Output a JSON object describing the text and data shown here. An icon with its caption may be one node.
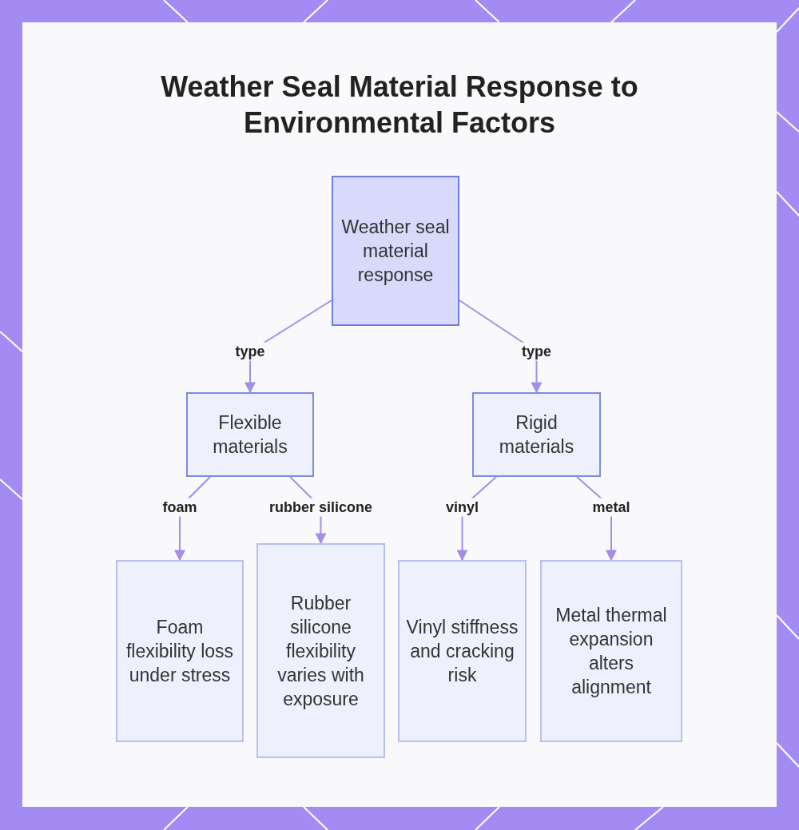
{
  "diagram": {
    "title": "Weather Seal Material Response to Environmental Factors",
    "nodes": [
      {
        "text": [
          "Weather seal material response"
        ]
      },
      {
        "text": [
          "Flexible materials"
        ]
      },
      {
        "text": [
          "Rigid materials"
        ]
      },
      {
        "text": [
          "Foam flexibility loss under stress"
        ]
      },
      {
        "text": [
          "Rubber silicone flexibility varies with exposure"
        ]
      },
      {
        "text": [
          "Vinyl stiffness and cracking risk"
        ]
      },
      {
        "text": [
          "Metal thermal expansion alters alignment"
        ]
      }
    ],
    "edges": [
      {
        "from": 0,
        "to": 1,
        "arrow": "to",
        "label": "type"
      },
      {
        "from": 0,
        "to": 2,
        "arrow": "to",
        "label": "type"
      },
      {
        "from": 1,
        "to": 3,
        "arrow": "to",
        "label": "foam"
      },
      {
        "from": 1,
        "to": 4,
        "arrow": "to",
        "label": "rubber silicone"
      },
      {
        "from": 2,
        "to": 5,
        "arrow": "to",
        "label": "vinyl"
      },
      {
        "from": 2,
        "to": 6,
        "arrow": "to",
        "label": "metal"
      }
    ]
  }
}
